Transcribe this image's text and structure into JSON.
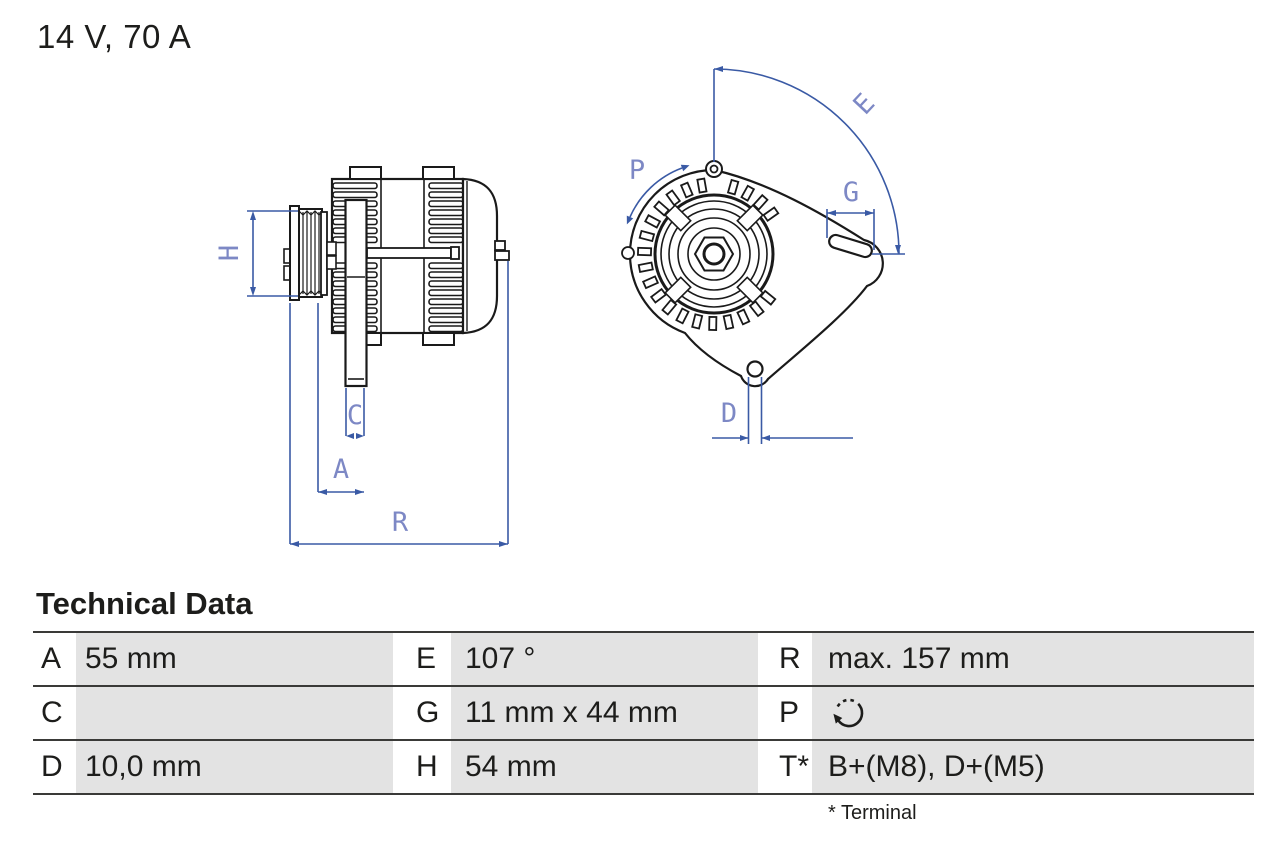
{
  "header": {
    "title": "14 V, 70 A"
  },
  "diagram": {
    "description": "alternator technical line drawing, side view and front view",
    "line_color": "#3a5aa5",
    "label_color": "#7d88c5",
    "drawing_color": "#1a1a1a",
    "dimension_labels": {
      "H": "H",
      "C": "C",
      "A": "A",
      "R": "R",
      "P": "P",
      "E": "E",
      "G": "G",
      "D": "D"
    }
  },
  "technical_data": {
    "title": "Technical Data",
    "rows": [
      {
        "cells": [
          {
            "key": "A",
            "value": "55 mm"
          },
          {
            "key": "E",
            "value": "107 °"
          },
          {
            "key": "R",
            "value": "max. 157 mm"
          }
        ]
      },
      {
        "cells": [
          {
            "key": "C",
            "value": ""
          },
          {
            "key": "G",
            "value": "11 mm x 44 mm"
          },
          {
            "key": "P",
            "value": "",
            "icon": "rotation-clockwise-icon"
          }
        ]
      },
      {
        "cells": [
          {
            "key": "D",
            "value": "10,0 mm"
          },
          {
            "key": "H",
            "value": "54 mm"
          },
          {
            "key": "T*",
            "value": "B+(M8), D+(M5)"
          }
        ]
      }
    ],
    "footnote": "* Terminal"
  }
}
